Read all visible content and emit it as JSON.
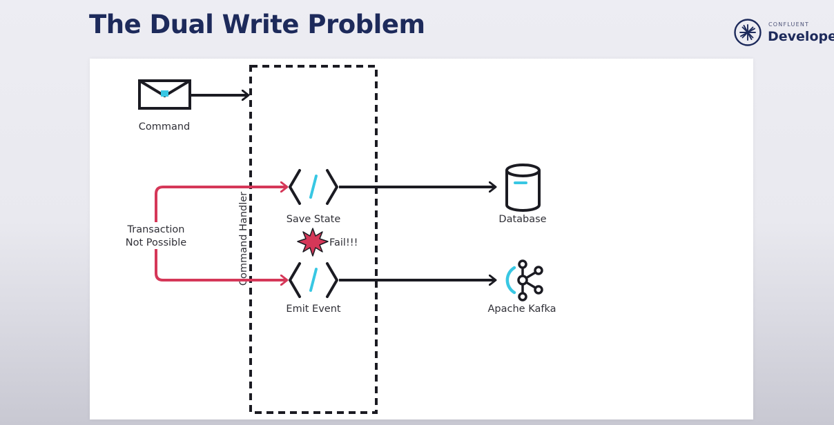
{
  "slide": {
    "title": "The Dual Write Problem"
  },
  "brand": {
    "small_text": "CONFLUENT",
    "name": "Developer",
    "icon": "confluent-starburst-icon"
  },
  "diagram": {
    "command_label": "Command",
    "handler_label": "Command Handler",
    "save_state_label": "Save State",
    "emit_event_label": "Emit Event",
    "database_label": "Database",
    "kafka_label": "Apache Kafka",
    "transaction_line1": "Transaction",
    "transaction_line2": "Not Possible",
    "fail_label": "Fail!!!",
    "colors": {
      "ink": "#1b1b22",
      "red": "#d53758",
      "cyan": "#38c7e3",
      "navy": "#1d2a5b"
    }
  }
}
